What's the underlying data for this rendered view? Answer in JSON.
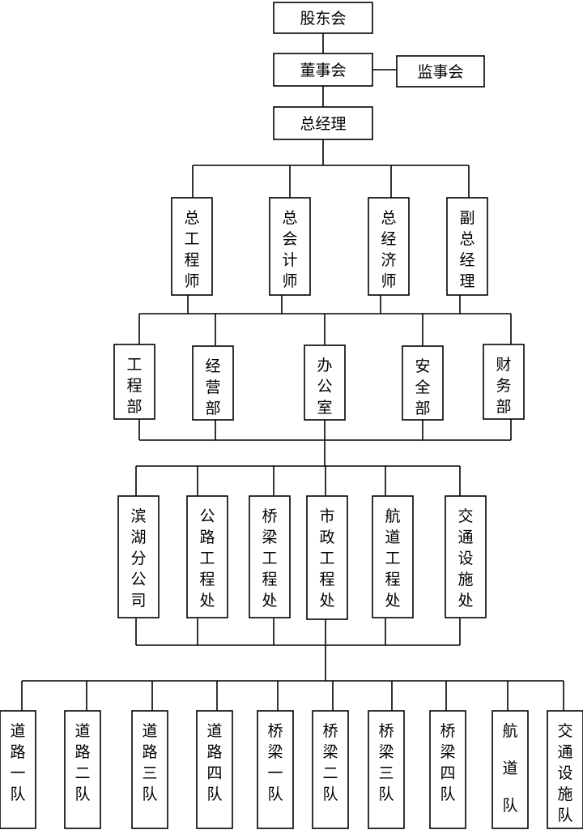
{
  "org": {
    "top": {
      "shareholders": "股东会"
    },
    "board": {
      "directors": "董事会",
      "supervisors": "监事会"
    },
    "gm": "总经理",
    "executives": [
      "总工程师",
      "总会计师",
      "总经济师",
      "副总经理"
    ],
    "departments": [
      "工程部",
      "经营部",
      "办公室",
      "安全部",
      "财务部"
    ],
    "divisions": [
      "滨湖分公司",
      "公路工程处",
      "桥梁工程处",
      "市政工程处",
      "航道工程处",
      "交通设施处"
    ],
    "teams": [
      "道路一队",
      "道路二队",
      "道路三队",
      "道路四队",
      "桥梁一队",
      "桥梁二队",
      "桥梁三队",
      "桥梁四队",
      "航道队",
      "交通设施队"
    ]
  },
  "colors": {
    "line": "#000000",
    "box_fill": "#ffffff",
    "text": "#000000"
  }
}
